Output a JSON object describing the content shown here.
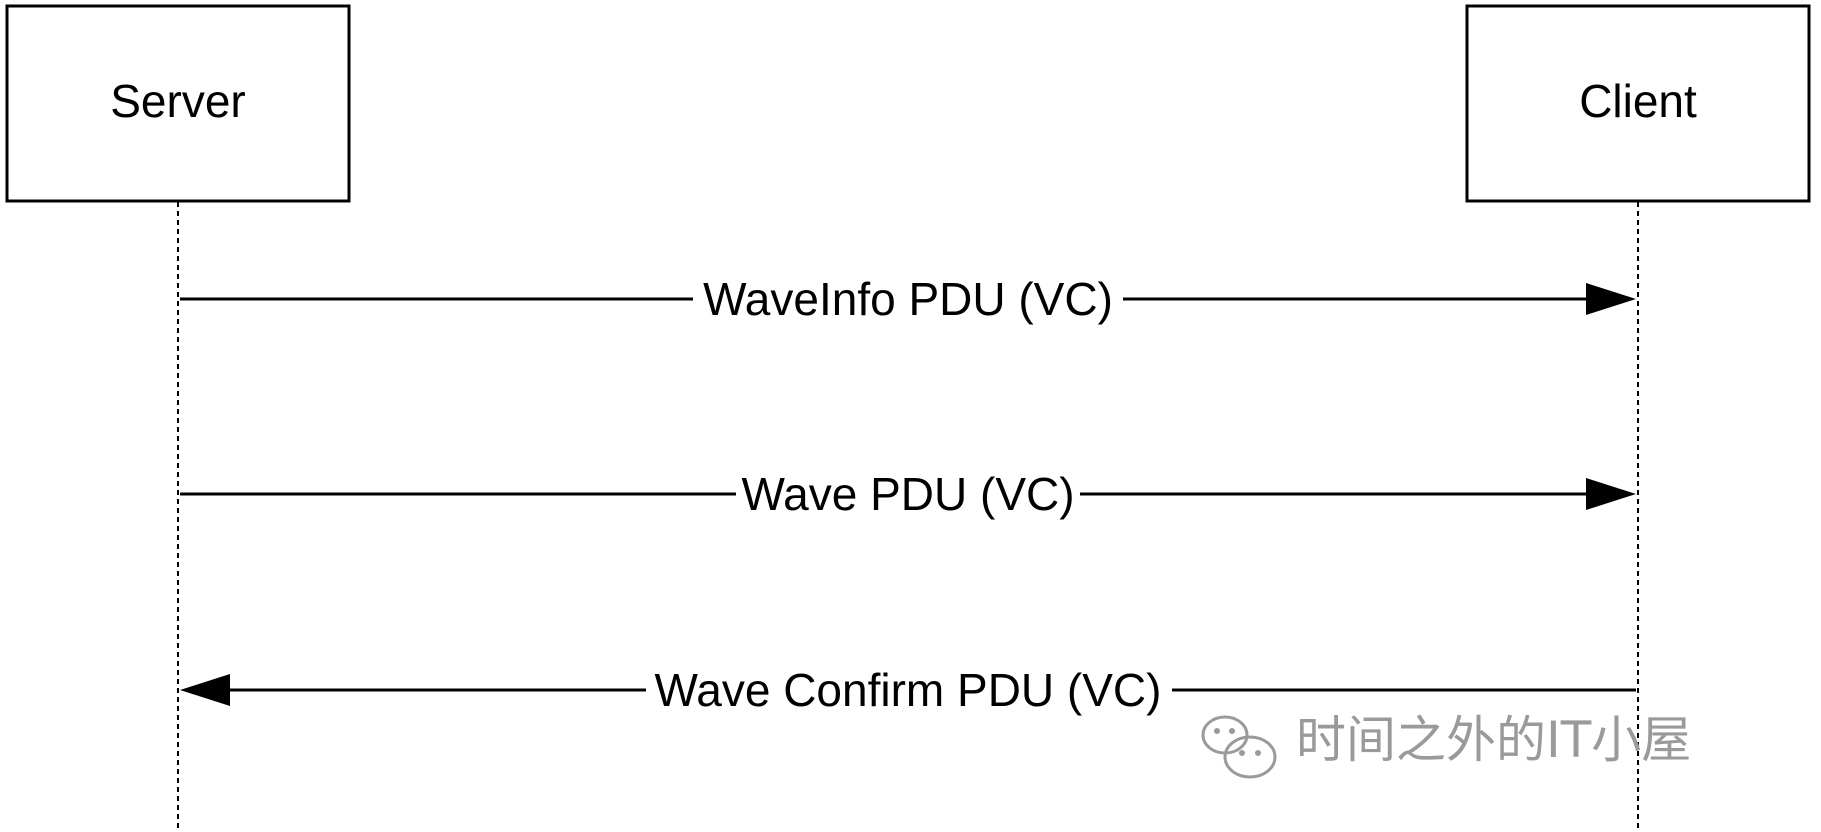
{
  "participants": {
    "server": {
      "label": "Server"
    },
    "client": {
      "label": "Client"
    }
  },
  "messages": [
    {
      "label": "WaveInfo PDU (VC)",
      "from": "server",
      "to": "client"
    },
    {
      "label": "Wave PDU (VC)",
      "from": "server",
      "to": "client"
    },
    {
      "label": "Wave Confirm PDU (VC)",
      "from": "client",
      "to": "server"
    }
  ],
  "watermark": {
    "icon": "wechat-icon",
    "text": "时间之外的IT小屋",
    "color": "#9a9a9a"
  }
}
